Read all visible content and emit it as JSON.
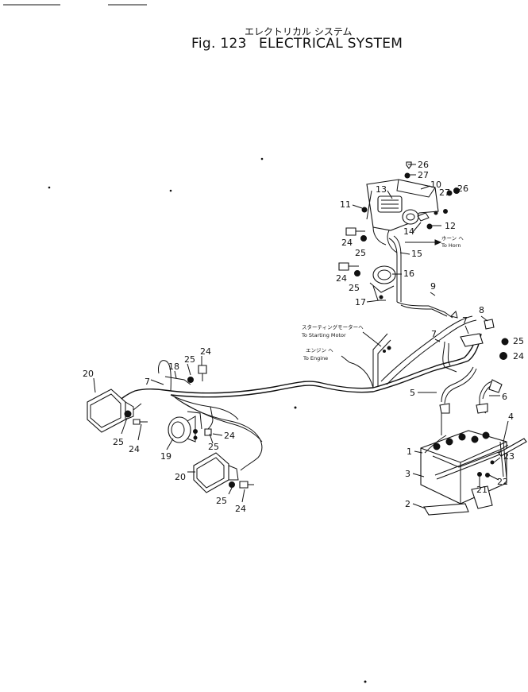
{
  "header": {
    "title_jp": "エレクトリカル システム",
    "fig_label": "Fig. 123",
    "title_en": "ELECTRICAL SYSTEM"
  },
  "callouts": {
    "c1": "1",
    "c2": "2",
    "c3": "3",
    "c4": "4",
    "c5": "5",
    "c6": "6",
    "c7a": "7",
    "c7b": "7",
    "c7c": "7",
    "c8": "8",
    "c9": "9",
    "c10": "10",
    "c11": "11",
    "c12": "12",
    "c13": "13",
    "c14": "14",
    "c15": "15",
    "c16": "16",
    "c17": "17",
    "c18": "18",
    "c19": "19",
    "c20a": "20",
    "c20b": "20",
    "c21": "21",
    "c22": "22",
    "c23": "23",
    "c24a": "24",
    "c24b": "24",
    "c24c": "24",
    "c24d": "24",
    "c24e": "24",
    "c24f": "24",
    "c24g": "24",
    "c25a": "25",
    "c25b": "25",
    "c25c": "25",
    "c25d": "25",
    "c25e": "25",
    "c25f": "25",
    "c25g": "25",
    "c26a": "26",
    "c26b": "26",
    "c27a": "27",
    "c27b": "27"
  },
  "notes": {
    "horn_jp": "ホーン ヘ",
    "horn_en": "To Horn",
    "starting_jp": "スターティングモーターヘ",
    "starting_en": "To Starting Motor",
    "engine_jp": "エンジン ヘ",
    "engine_en": "To Engine"
  }
}
